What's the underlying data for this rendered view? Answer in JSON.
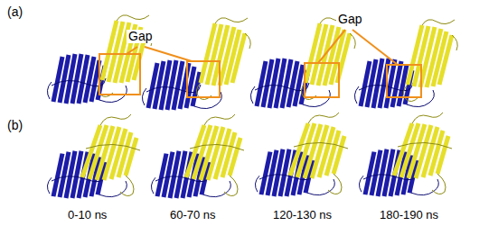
{
  "diagram": {
    "labels": [
      "(a)",
      "(b)",
      "Gap",
      "Gap",
      "0-10 ns",
      "60-70 ns",
      "120-130 ns",
      "180-190 ns"
    ]
  }
}
